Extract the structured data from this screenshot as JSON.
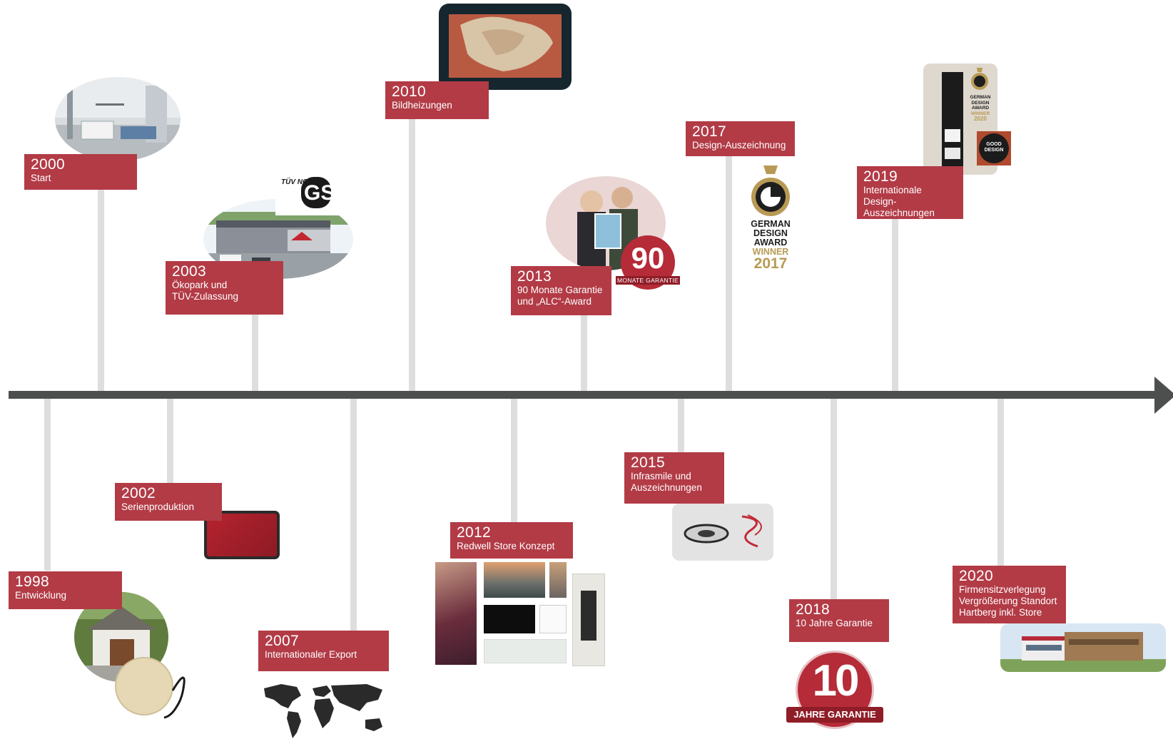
{
  "timeline": {
    "events": [
      {
        "year": "1998",
        "text": "Entwicklung"
      },
      {
        "year": "2000",
        "text": "Start"
      },
      {
        "year": "2002",
        "text": "Serienproduktion"
      },
      {
        "year": "2003",
        "text": "Ökopark und\nTÜV-Zulassung"
      },
      {
        "year": "2007",
        "text": "Internationaler Export"
      },
      {
        "year": "2010",
        "text": "Bildheizungen"
      },
      {
        "year": "2012",
        "text": "Redwell Store Konzept"
      },
      {
        "year": "2013",
        "text": "90 Monate Garantie\nund „ALC“-Award"
      },
      {
        "year": "2015",
        "text": "Infrasmile und\nAuszeichnungen"
      },
      {
        "year": "2017",
        "text": "Design-Auszeichnung"
      },
      {
        "year": "2018",
        "text": "10 Jahre Garantie"
      },
      {
        "year": "2019",
        "text": "Internationale Design-\nAuszeichnungen"
      },
      {
        "year": "2020",
        "text": "Firmensitzverlegung\nVergrößerung Standort\nHartberg inkl. Store"
      }
    ]
  },
  "badges": {
    "tuv_brand": "TÜV NORD",
    "tuv_mark": "GS",
    "garantie90_number": "90",
    "garantie90_caption": "MONATE GARANTIE",
    "gda2017_lines": [
      "GERMAN",
      "DESIGN",
      "AWARD",
      "WINNER",
      "2017"
    ],
    "gda2020_lines": [
      "GERMAN",
      "DESIGN",
      "AWARD",
      "WINNER",
      "2020"
    ],
    "good_design": [
      "GOOD",
      "DESIGN"
    ],
    "garantie10_number": "10",
    "garantie10_caption": "JAHRE GARANTIE"
  },
  "colors": {
    "label": "#b23b46",
    "axis": "#4d4f4f",
    "stem": "#dedede"
  }
}
